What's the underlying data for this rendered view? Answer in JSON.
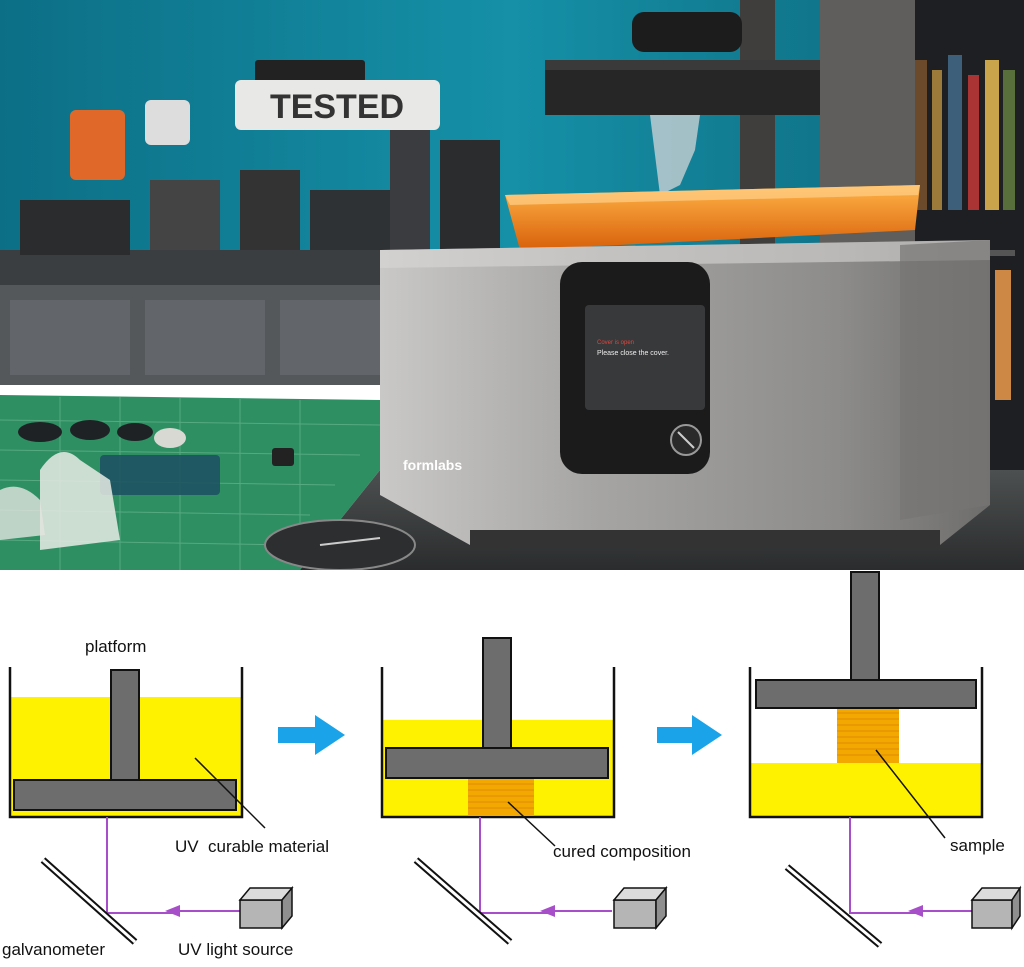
{
  "photo": {
    "wall_sign": "TESTED",
    "printer_brand": "formlabs",
    "screen_line1": "Cover is open",
    "screen_line2": "Please close the cover.",
    "colors": {
      "wall": "#0f7f97",
      "resin_tank": "#f08a14",
      "printer_body": "#a9a8a6",
      "cutting_mat": "#2e8f63"
    }
  },
  "diagram": {
    "colors": {
      "resin": "#fff200",
      "platform": "#6d6d6d",
      "arrow": "#1aa3e8",
      "laser": "#a64fc9",
      "cured": "#f2a800"
    },
    "labels": {
      "platform": "platform",
      "uv_curable_material": "UV  curable material",
      "galvanometer": "galvanometer",
      "uv_light_source": "UV light source",
      "cured_composition": "cured composition",
      "sample": "sample"
    }
  }
}
